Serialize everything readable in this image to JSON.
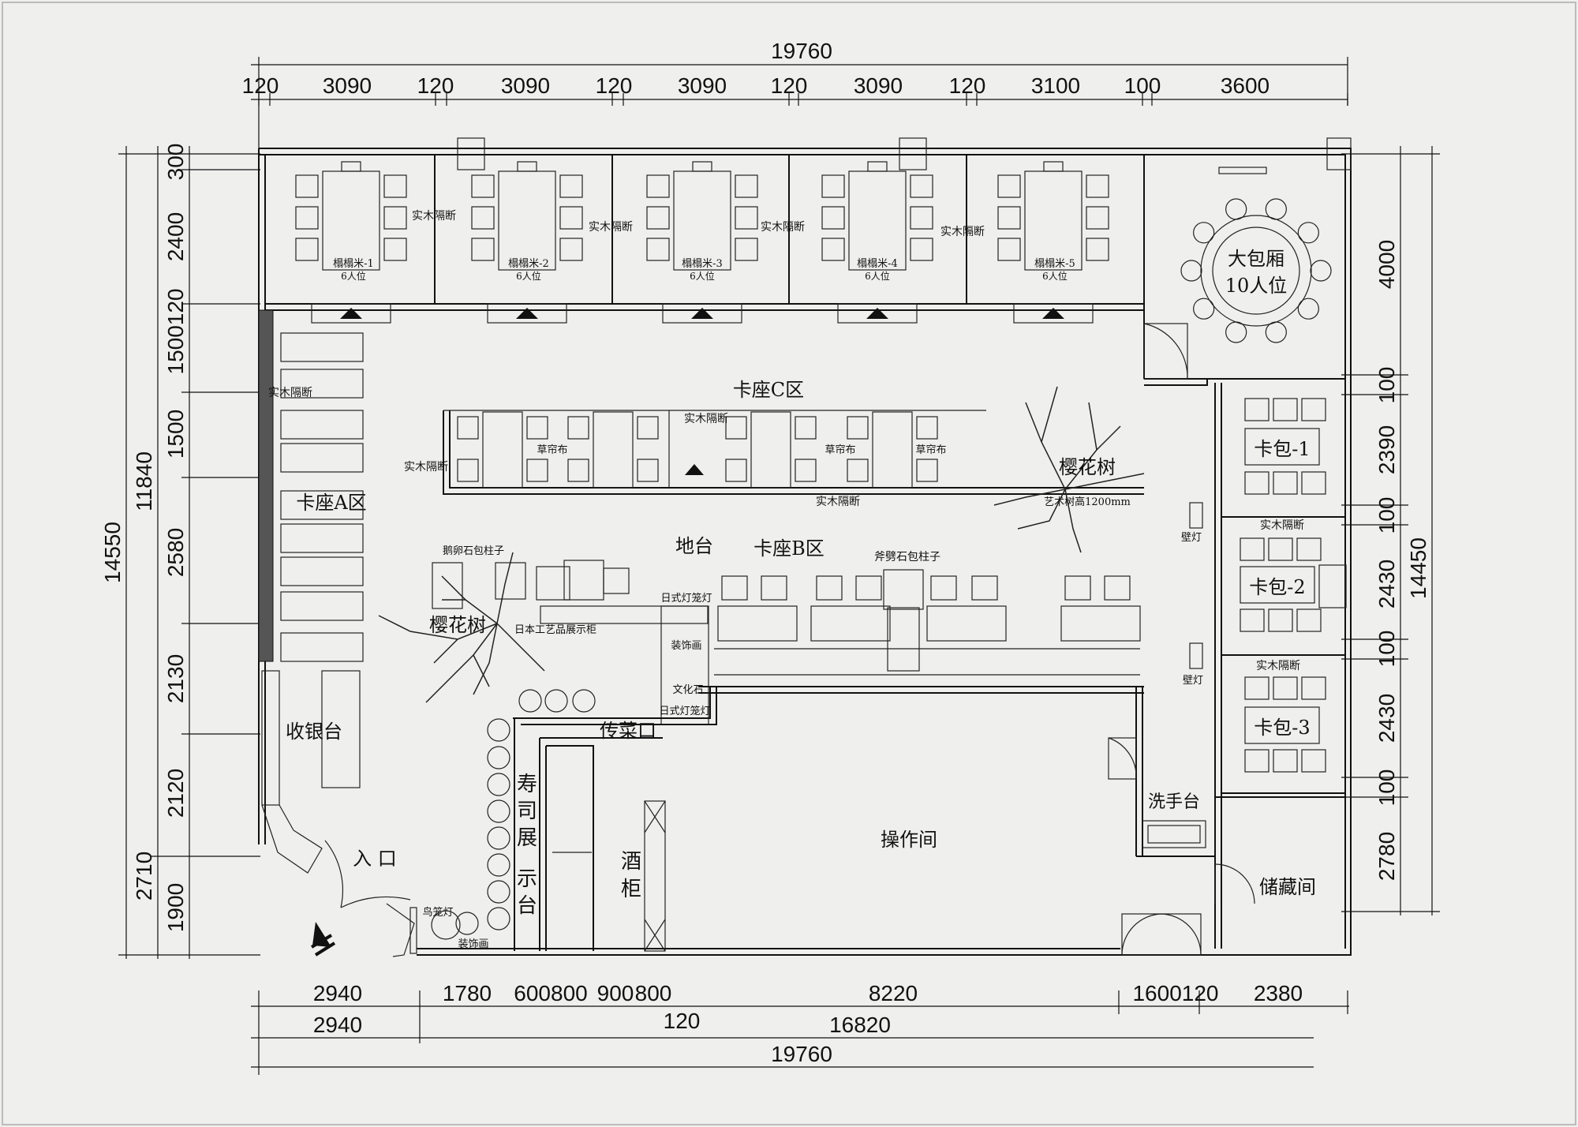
{
  "dimensions": {
    "top_total": "19760",
    "top_segments": [
      "120",
      "3090",
      "120",
      "3090",
      "120",
      "3090",
      "120",
      "3090",
      "120",
      "3100",
      "100",
      "3600"
    ],
    "left_outer": [
      "14550",
      "2710"
    ],
    "left_mid": [
      "11840",
      "1900"
    ],
    "left_inner": [
      "300",
      "2400",
      "1500120",
      "1500",
      "2580",
      "2130",
      "2120"
    ],
    "right_outer": "14450",
    "right_inner": [
      "4000",
      "100",
      "2390",
      "100",
      "2430",
      "100",
      "2430",
      "100",
      "2780"
    ],
    "bottom_row1": [
      "2940",
      "1780",
      "600800",
      "900",
      "800",
      "8220",
      "1600120",
      "2380"
    ],
    "bottom_row2": [
      "2940",
      "120",
      "16820"
    ],
    "bottom_total": "19760"
  },
  "rooms": {
    "private_rooms": [
      {
        "name": "榻榻米-1",
        "seats": "6人位"
      },
      {
        "name": "榻榻米-2",
        "seats": "6人位"
      },
      {
        "name": "榻榻米-3",
        "seats": "6人位"
      },
      {
        "name": "榻榻米-4",
        "seats": "6人位"
      },
      {
        "name": "榻榻米-5",
        "seats": "6人位"
      }
    ],
    "big_room": {
      "name": "大包厢",
      "seats": "10人位"
    },
    "booths": [
      "卡包-1",
      "卡包-2",
      "卡包-3"
    ],
    "zone_a": "卡座A区",
    "zone_b": "卡座B区",
    "zone_c": "卡座C区",
    "platform": "地台",
    "cashier": "收银台",
    "entrance": "入 口",
    "kitchen": "操作间",
    "wash": "洗手台",
    "storage": "储藏间",
    "wine_cabinet": [
      "酒",
      "柜"
    ],
    "sushi_counter": [
      "寿",
      "司",
      "展",
      "示",
      "台"
    ],
    "serving_window": "传菜口"
  },
  "labels": {
    "wood_partition": "实木隔断",
    "straw_curtain": "草帘布",
    "sakura": "樱花树",
    "tree_note": "艺术树高1200mm",
    "stone_pillar_a": "鹅卵石包柱子",
    "stone_pillar_b": "斧劈石包柱子",
    "japanese_lamp": "日式灯笼灯",
    "display_cabinet": "日本工艺品展示柜",
    "decor_painting": "装饰画",
    "culture_stone": "文化石",
    "wall_lamp": "壁灯",
    "bird_cage": "鸟笼灯",
    "decor_plate": "装饰画"
  }
}
